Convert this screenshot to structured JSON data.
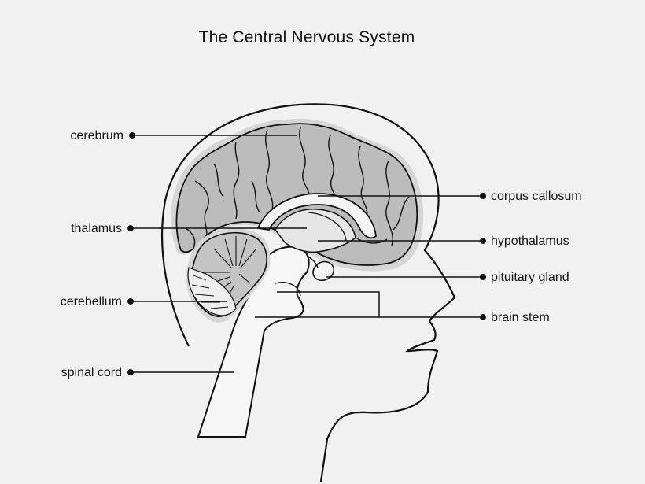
{
  "title": "The Central Nervous System",
  "labels": {
    "cerebrum": "cerebrum",
    "thalamus": "thalamus",
    "cerebellum": "cerebellum",
    "spinal_cord": "spinal cord",
    "corpus_callosum": "corpus callosum",
    "hypothalamus": "hypothalamus",
    "pituitary_gland": "pituitary gland",
    "brain_stem": "brain stem"
  },
  "colors": {
    "background": "#f1f1f1",
    "brain_fill": "#b9b9b9",
    "brain_halo": "#d8d8d8",
    "outline": "#111111"
  }
}
